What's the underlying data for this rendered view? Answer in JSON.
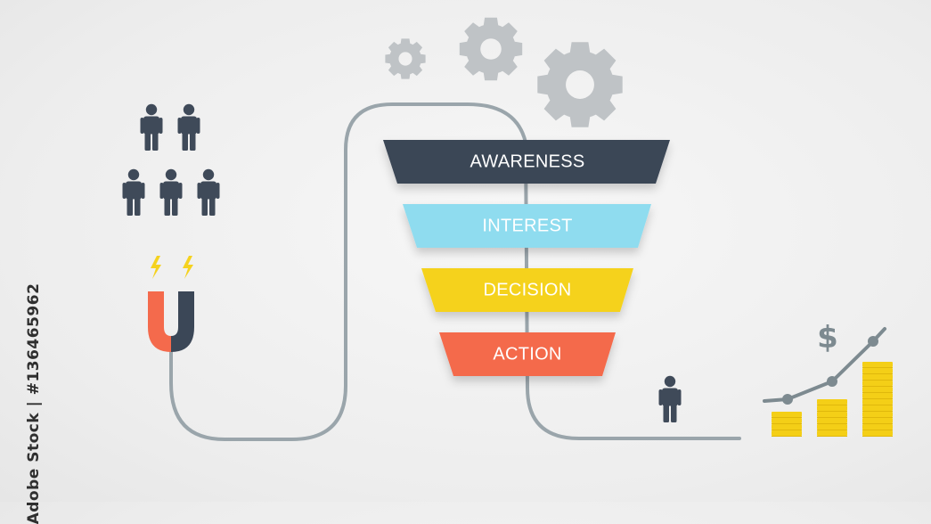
{
  "funnel": {
    "stages": [
      {
        "label": "AWARENESS",
        "color": "#3b4757"
      },
      {
        "label": "INTEREST",
        "color": "#8fdcef"
      },
      {
        "label": "DECISION",
        "color": "#f5d21f"
      },
      {
        "label": "ACTION",
        "color": "#f46a4c"
      }
    ]
  },
  "growth": {
    "currency_symbol": "$",
    "coin_color": "#f4cf17",
    "line_color": "#7d8a90"
  },
  "icons": {
    "people_color": "#3f4a59",
    "gear_color": "#bfc3c6",
    "magnet_colors": [
      "#f46a4c",
      "#3b4757"
    ],
    "spark_color": "#f5d21f",
    "path_color": "#9aa5ab"
  },
  "credit": "Adobe Stock | #136465962"
}
